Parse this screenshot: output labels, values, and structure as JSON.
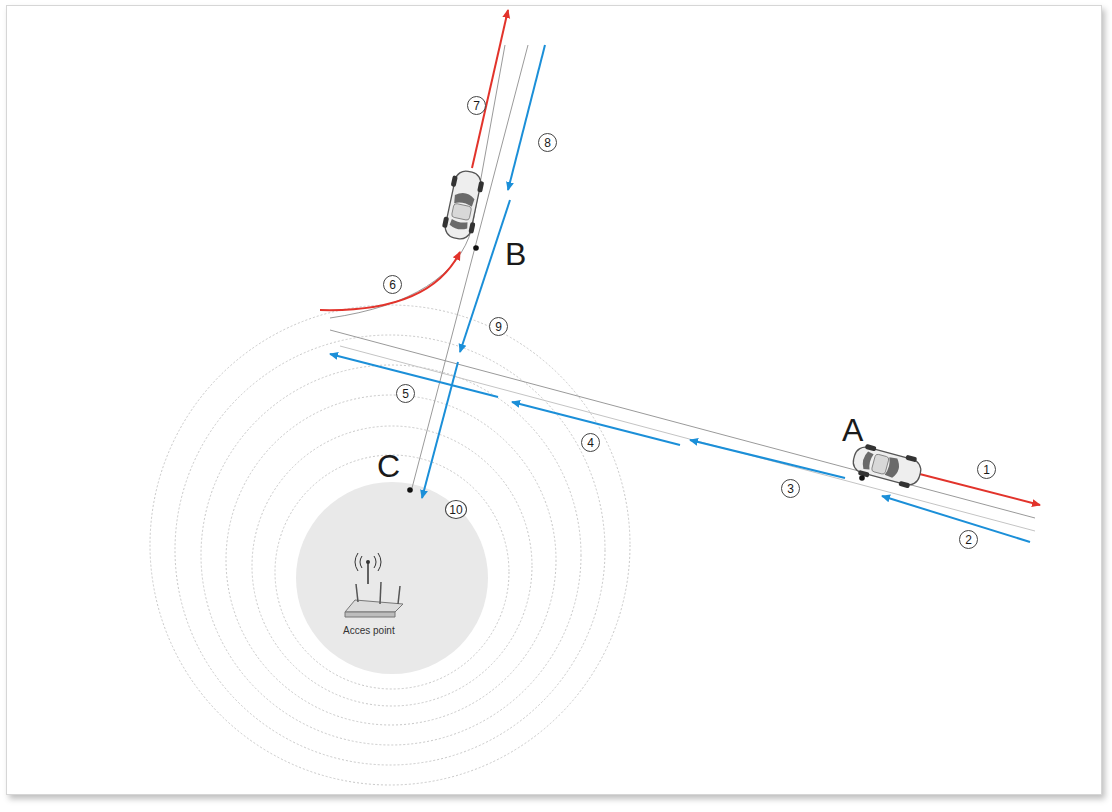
{
  "diagram": {
    "labels": [
      "A",
      "B",
      "C",
      "1",
      "2",
      "3",
      "4",
      "5",
      "6",
      "7",
      "8",
      "9",
      "10",
      "Acces point"
    ]
  }
}
